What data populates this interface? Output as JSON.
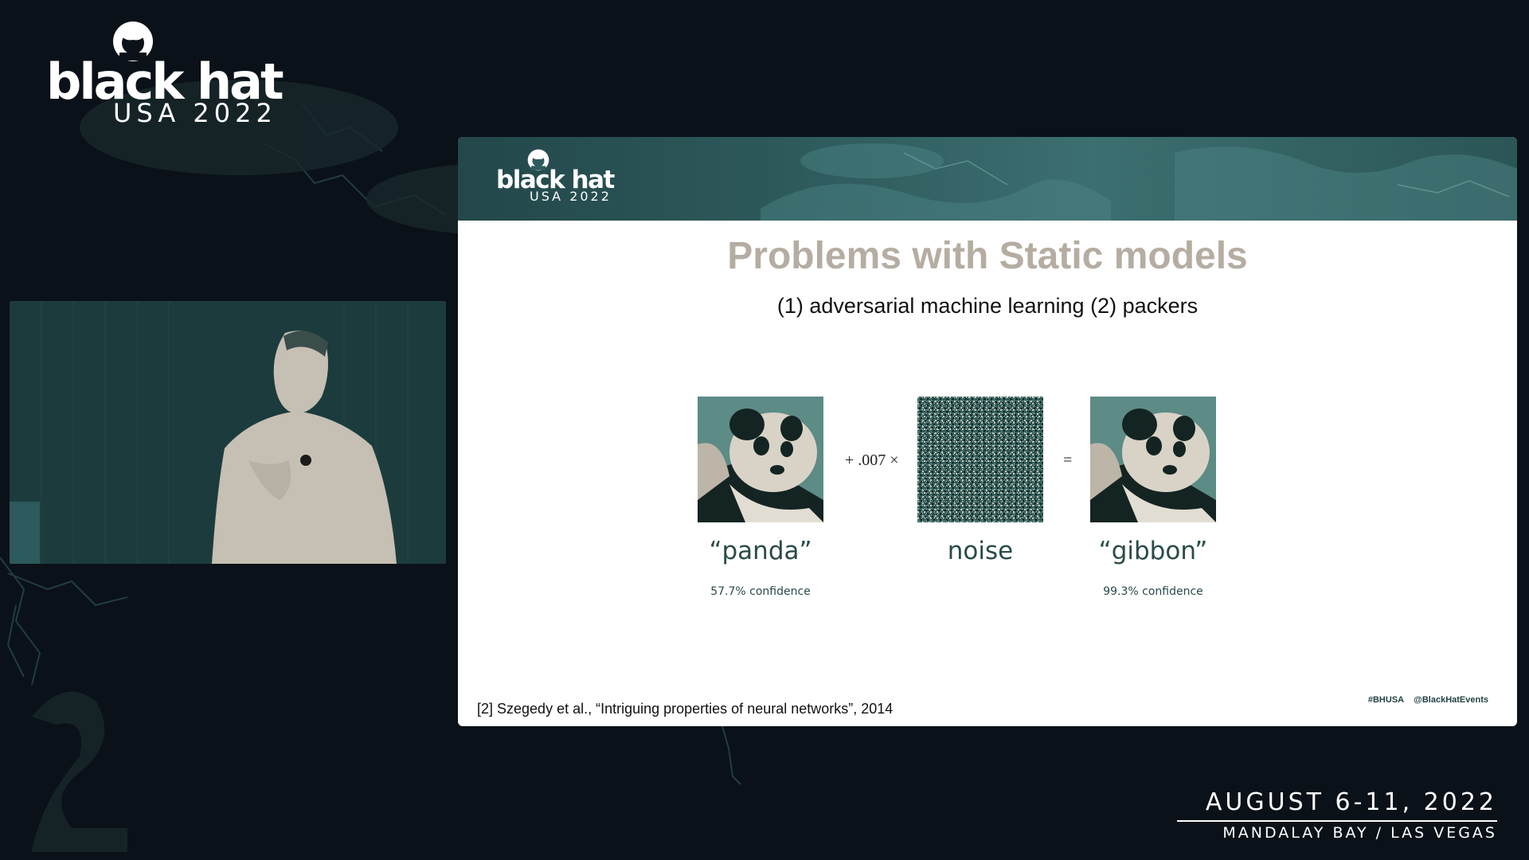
{
  "brand": {
    "name": "black hat",
    "edition": "USA 2022"
  },
  "slide": {
    "title": "Problems with Static models",
    "subtitle": "(1) adversarial machine learning (2) packers",
    "figure": {
      "operator_plus": "+ .007 ×",
      "operator_equals": "=",
      "items": [
        {
          "label": "“panda”",
          "confidence": "57.7% confidence"
        },
        {
          "label": "noise"
        },
        {
          "label": "“gibbon”",
          "confidence": "99.3% confidence"
        }
      ]
    },
    "citation": "[2] Szegedy et al., “Intriguing properties of neural networks”, 2014",
    "hashtag": "#BHUSA",
    "handle": "@BlackHatEvents"
  },
  "event": {
    "dates": "AUGUST 6-11, 2022",
    "venue": "MANDALAY BAY / LAS VEGAS"
  },
  "colors": {
    "background": "#0b1118",
    "teal": "#2f5c5e",
    "title_gray": "#b5ada2"
  }
}
